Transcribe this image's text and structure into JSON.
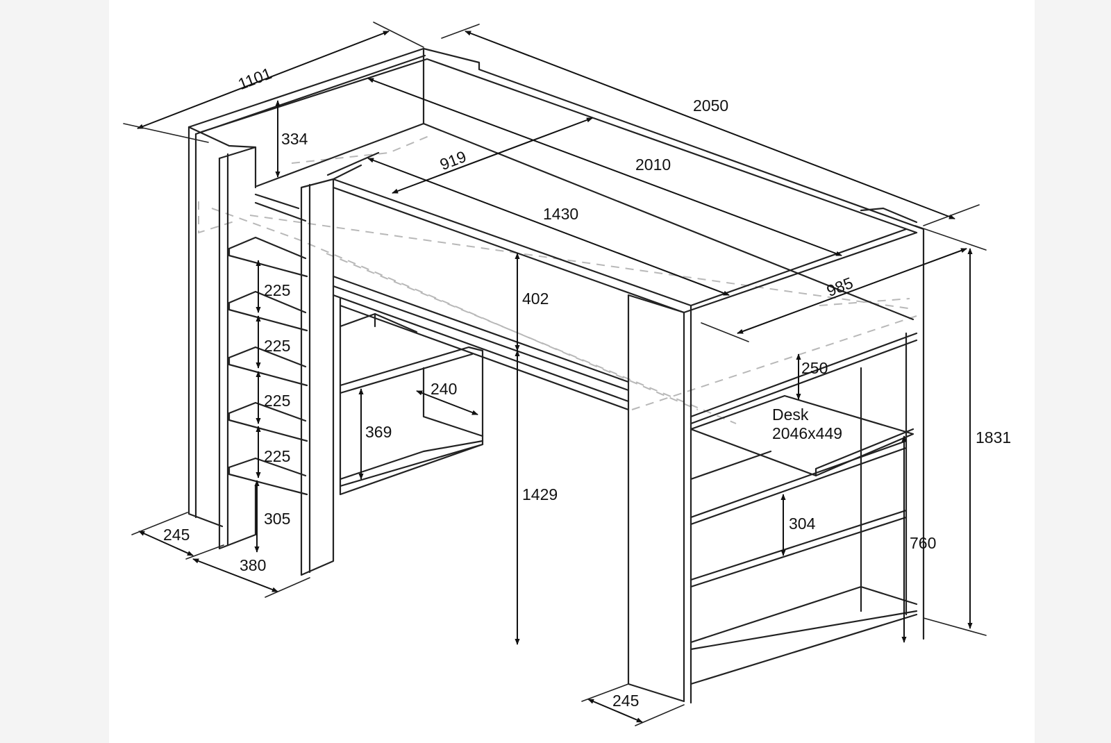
{
  "diagram": {
    "labels": {
      "width_top": "1101",
      "length_overall": "2050",
      "length_rail": "2010",
      "head_guard_height": "334",
      "mattress_width": "919",
      "front_panel_length": "1430",
      "panel_height": "402",
      "frame_width": "985",
      "step_1": "225",
      "step_2": "225",
      "step_3": "225",
      "step_4": "225",
      "bottom_step": "305",
      "shelf_depth": "240",
      "shelf_height": "369",
      "clearance": "1429",
      "upper_gap": "250",
      "desk_title": "Desk",
      "desk_size": "2046x449",
      "overall_height": "1831",
      "lower_shelf": "304",
      "desk_height": "760",
      "post_depth_left": "245",
      "ladder_depth": "380",
      "post_depth_right": "245"
    }
  }
}
